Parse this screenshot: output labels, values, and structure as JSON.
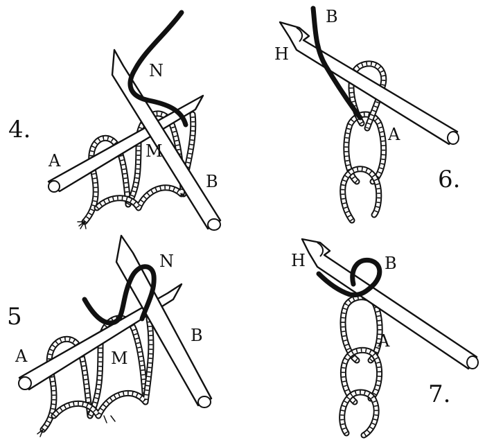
{
  "figures": [
    {
      "number": "4.",
      "labels": {
        "needle_left": "A",
        "needle_right": "B",
        "needle_new": "N",
        "stitch": "M"
      }
    },
    {
      "number": "5",
      "labels": {
        "needle_left": "A",
        "needle_right": "B",
        "needle_new": "N",
        "stitch": "M"
      }
    },
    {
      "number": "6.",
      "labels": {
        "hook": "H",
        "yarn": "B",
        "loop": "A"
      }
    },
    {
      "number": "7.",
      "labels": {
        "hook": "H",
        "yarn": "B",
        "loop": "A"
      }
    }
  ]
}
